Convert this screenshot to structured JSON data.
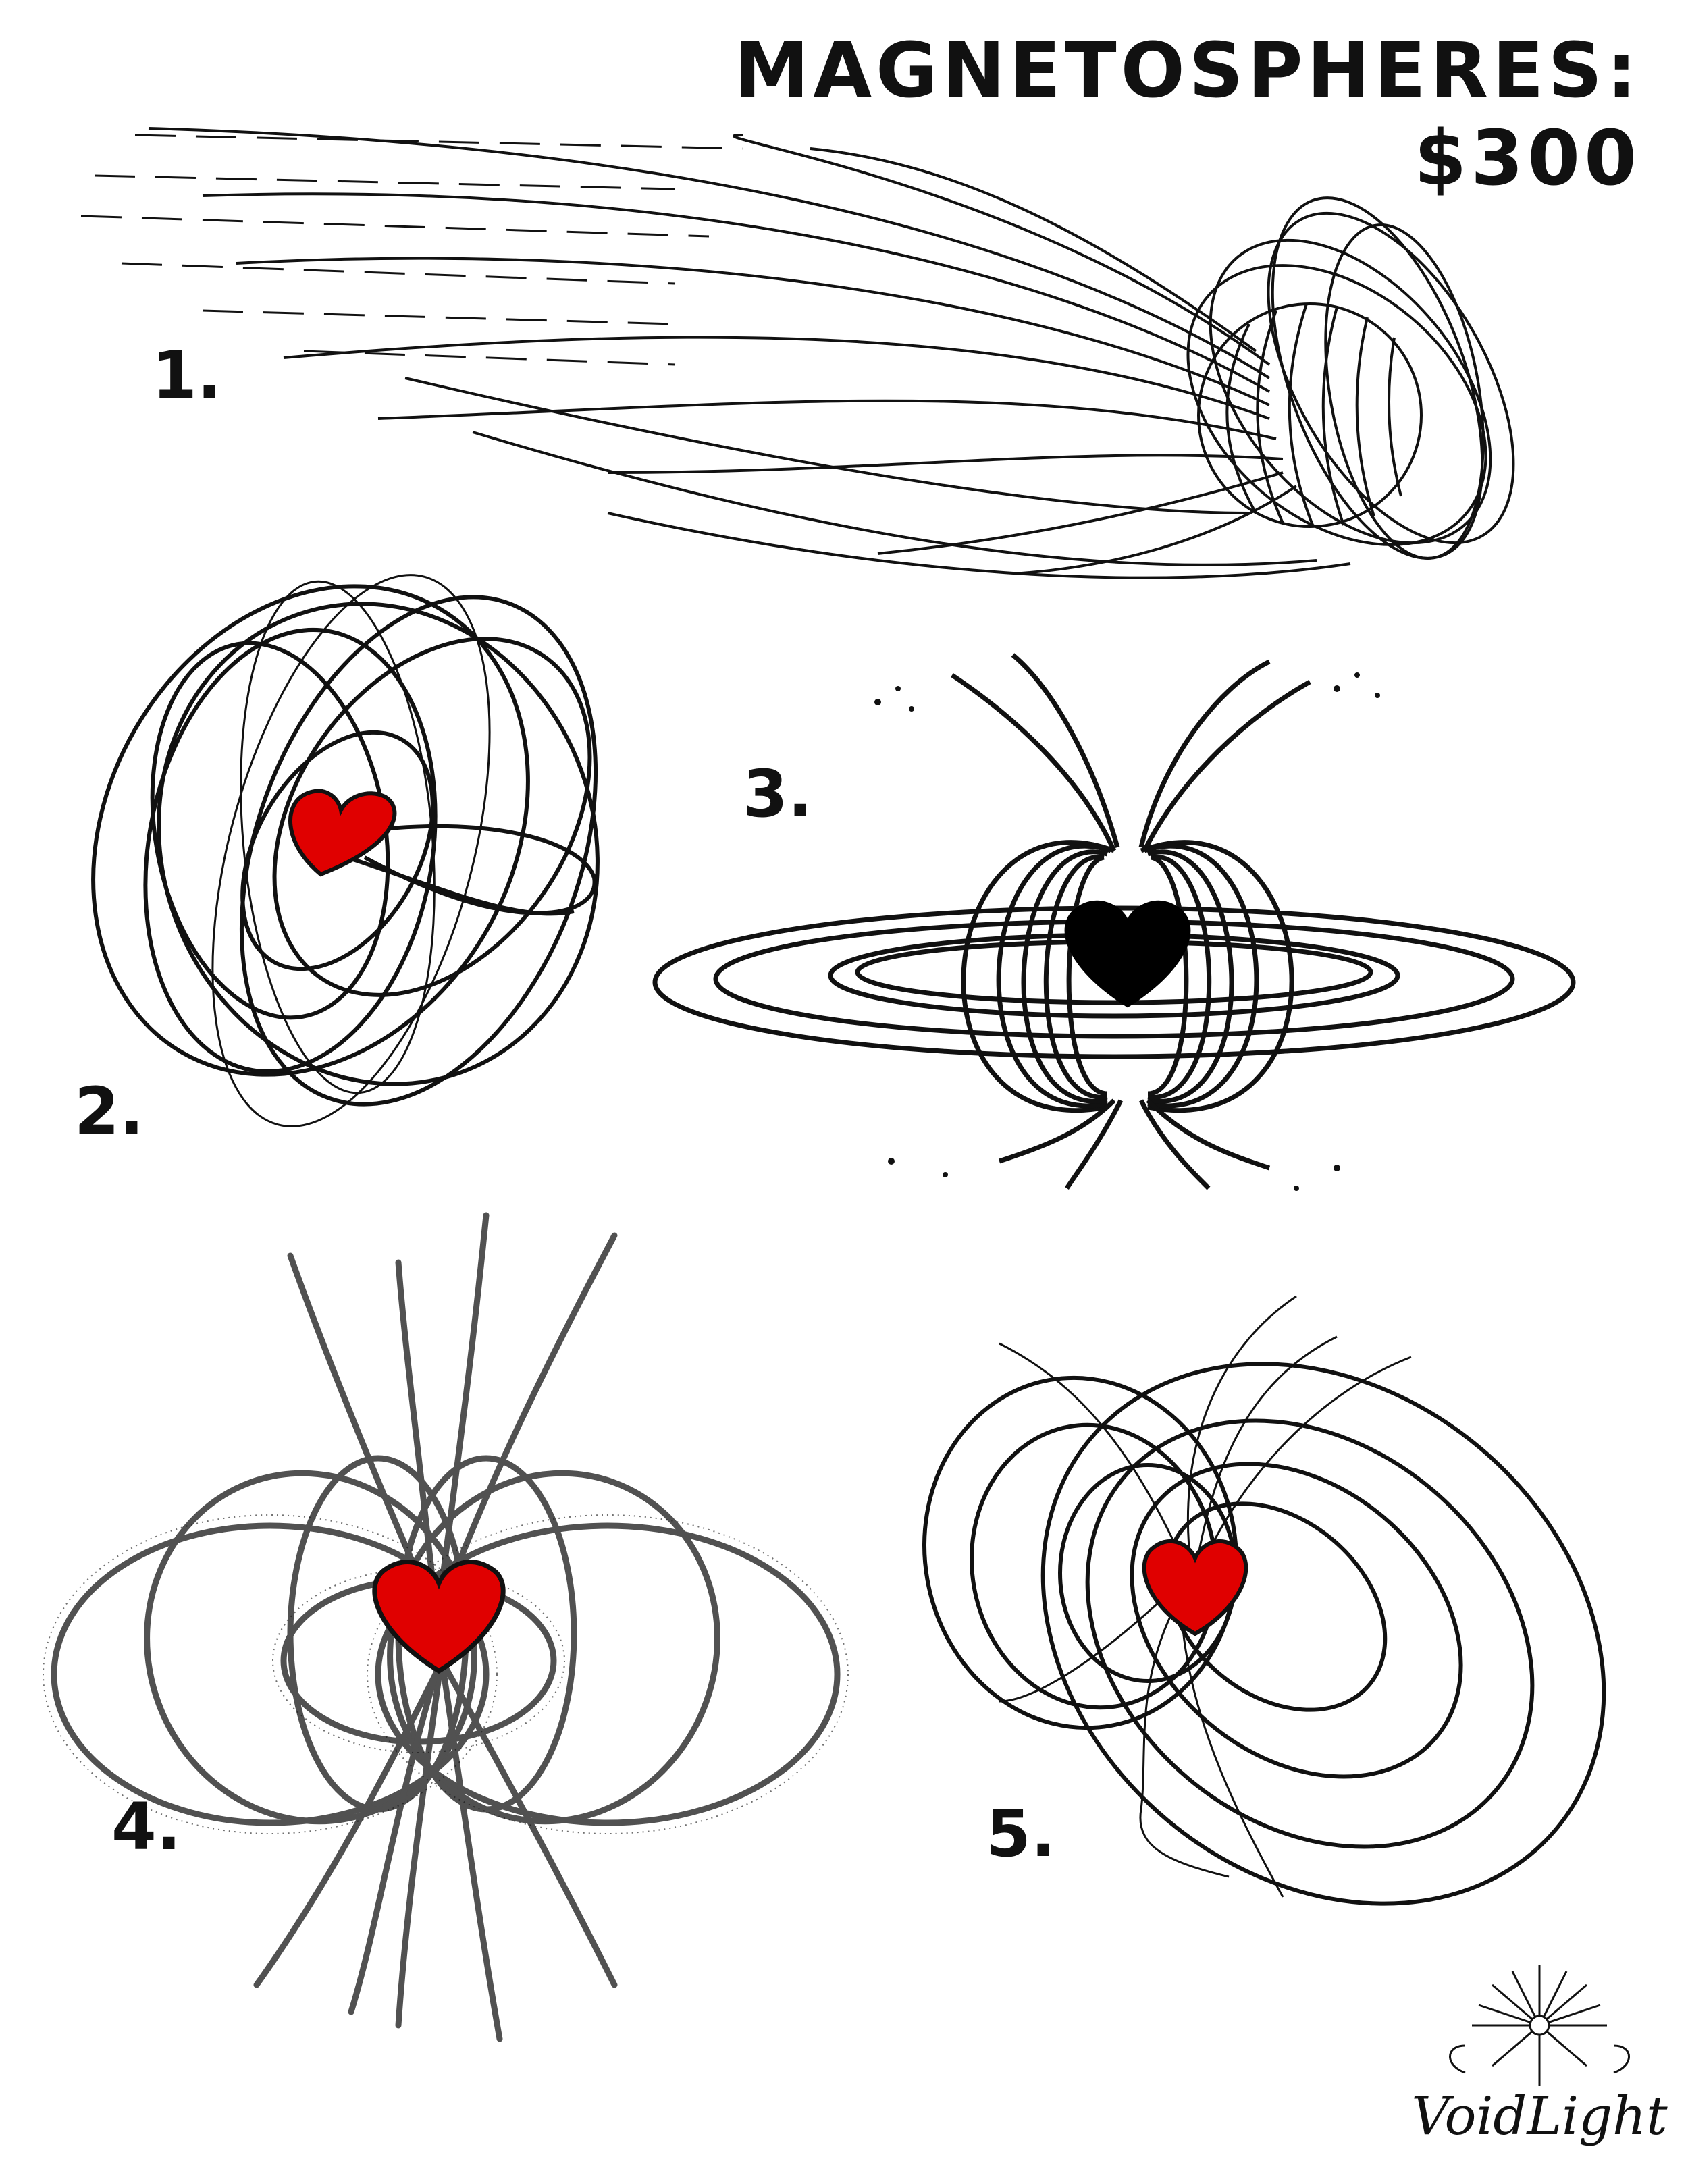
{
  "title": "MAGNETOSPHERES: $300",
  "designs": [
    {
      "label": "1."
    },
    {
      "label": "2."
    },
    {
      "label": "3."
    },
    {
      "label": "4."
    },
    {
      "label": "5."
    }
  ],
  "logo": {
    "text": "VoidLight"
  },
  "colors": {
    "ink": "#111111",
    "heart_red": "#e00000",
    "heart_black": "#000000",
    "paper": "#ffffff"
  },
  "icons": [
    "heart-icon",
    "starburst-icon"
  ]
}
